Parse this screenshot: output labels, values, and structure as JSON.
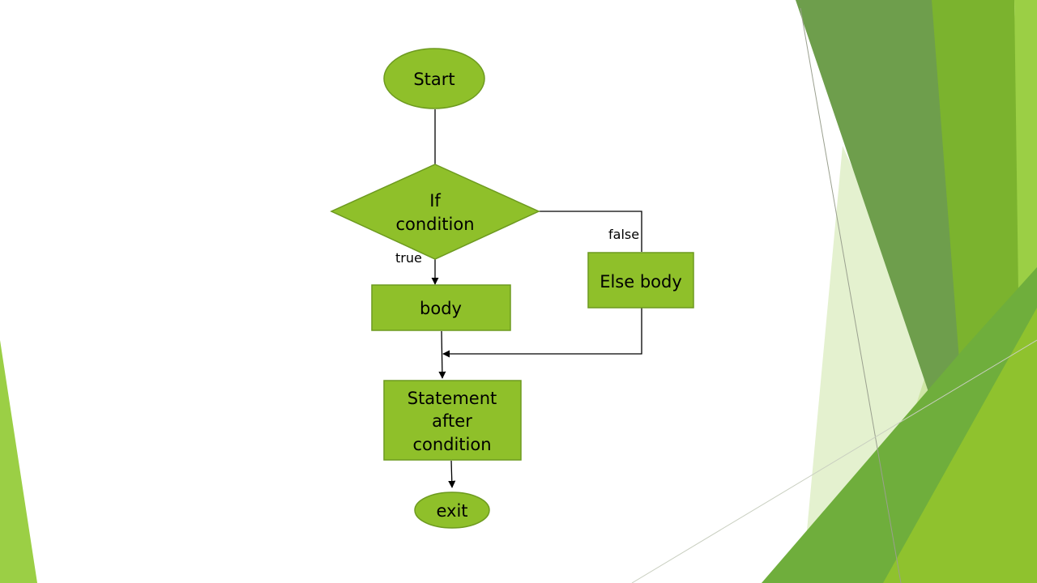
{
  "colors": {
    "node_fill": "#8fc02a",
    "node_stroke": "#6d9a1f",
    "edge": "#000000",
    "deco_dark": "#5e9140",
    "deco_mid": "#7bb32e",
    "deco_light": "#9bcf45",
    "deco_pale": "#cfe6a6"
  },
  "flowchart": {
    "start": {
      "label": "Start"
    },
    "condition": {
      "line1": "If",
      "line2": "condition"
    },
    "body": {
      "label": "body"
    },
    "else_body": {
      "label": "Else body"
    },
    "statement": {
      "line1": "Statement",
      "line2": "after",
      "line3": "condition"
    },
    "exit": {
      "label": "exit"
    },
    "edge_true": "true",
    "edge_false": "false"
  }
}
